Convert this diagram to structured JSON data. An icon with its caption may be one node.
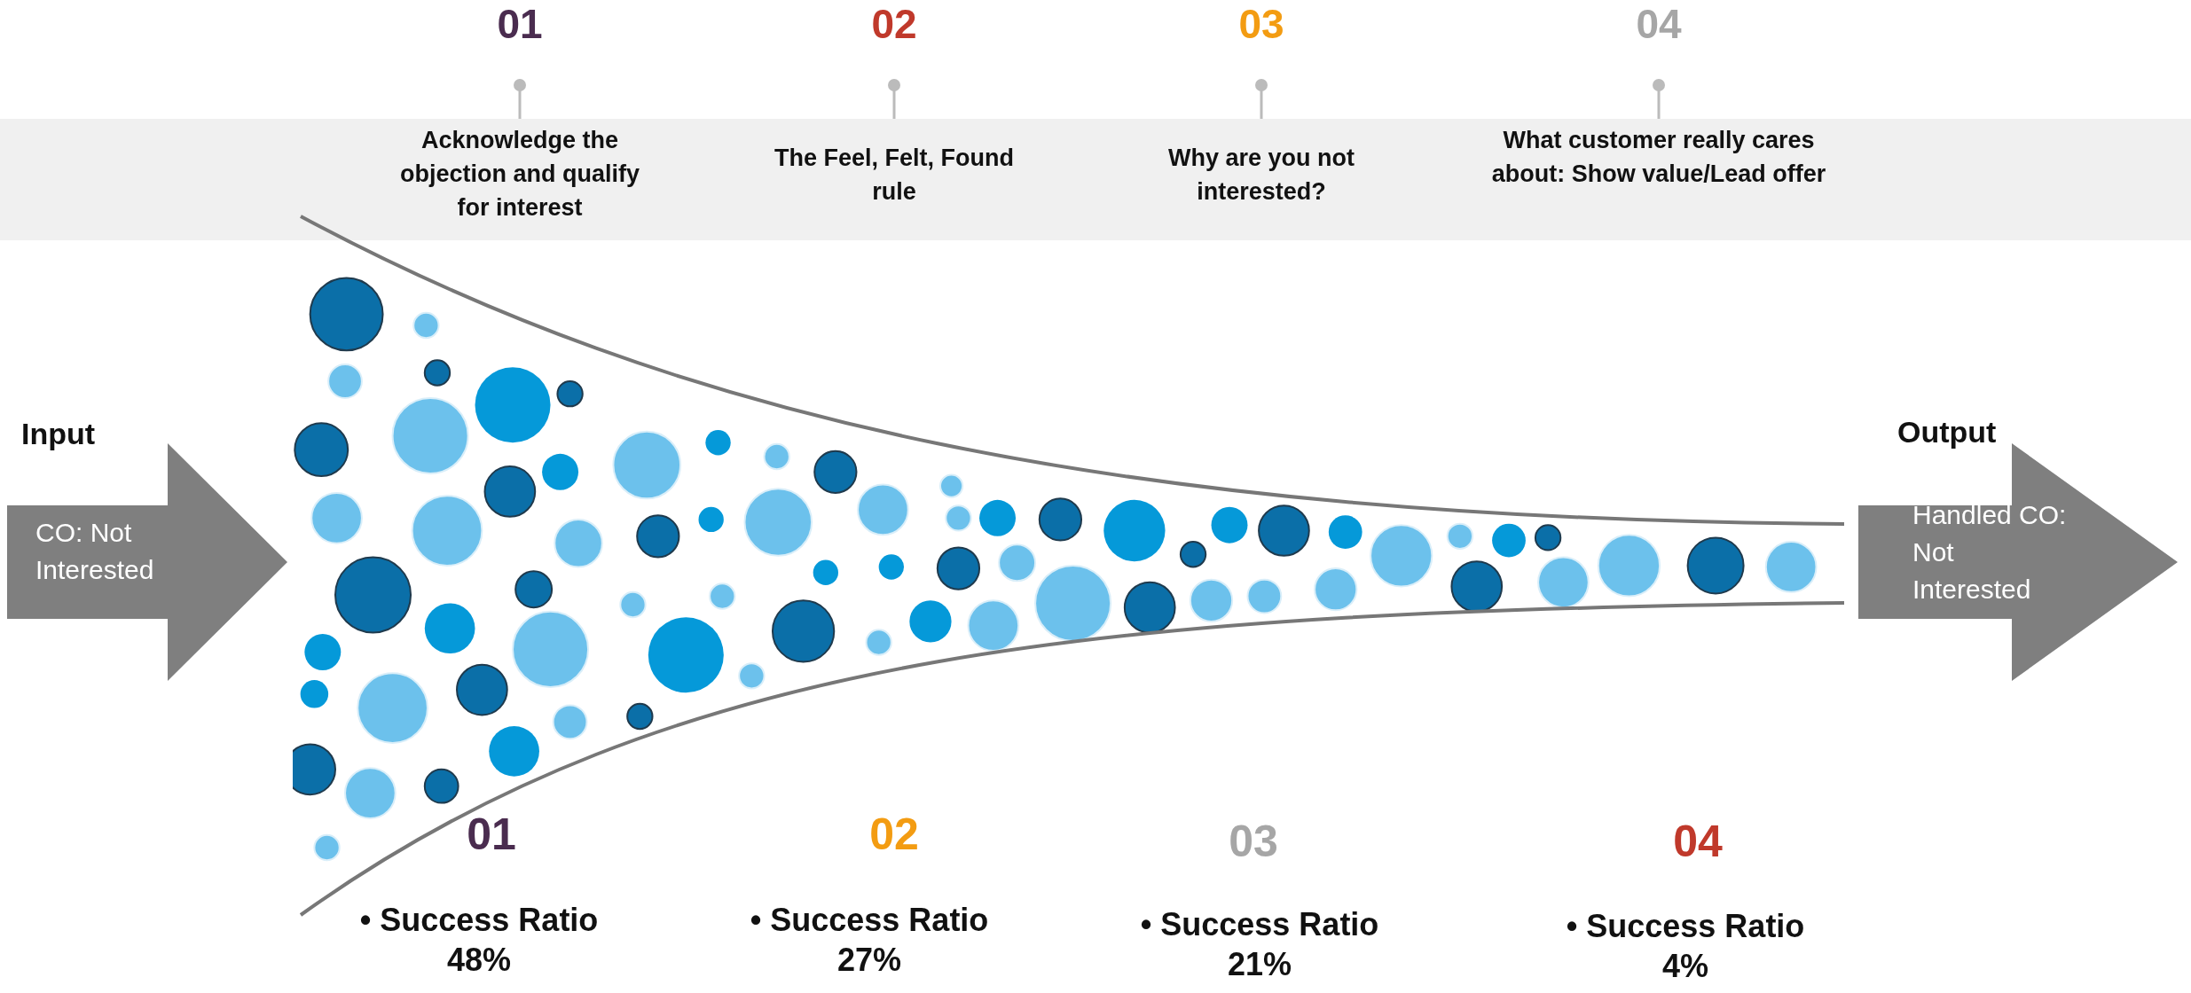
{
  "diagram": {
    "nodes": [
      {
        "text": [
          "Input",
          "CO: Not Interested"
        ]
      },
      {
        "text": [],
        "shape": "funnel"
      },
      {
        "text": [
          "Output",
          "Handled CO: Not Interested"
        ]
      }
    ],
    "labels": [
      "01",
      "Acknowledge the objection and qualify for interest",
      "02",
      "The Feel, Felt, Found rule",
      "03",
      "Why are you not interested?",
      "04",
      "What customer really cares about: Show value/Lead offer",
      "01",
      "• Success Ratio 48%",
      "02",
      "• Success Ratio 27%",
      "03",
      "• Success Ratio 21%",
      "04",
      "• Success Ratio 4%"
    ]
  }
}
